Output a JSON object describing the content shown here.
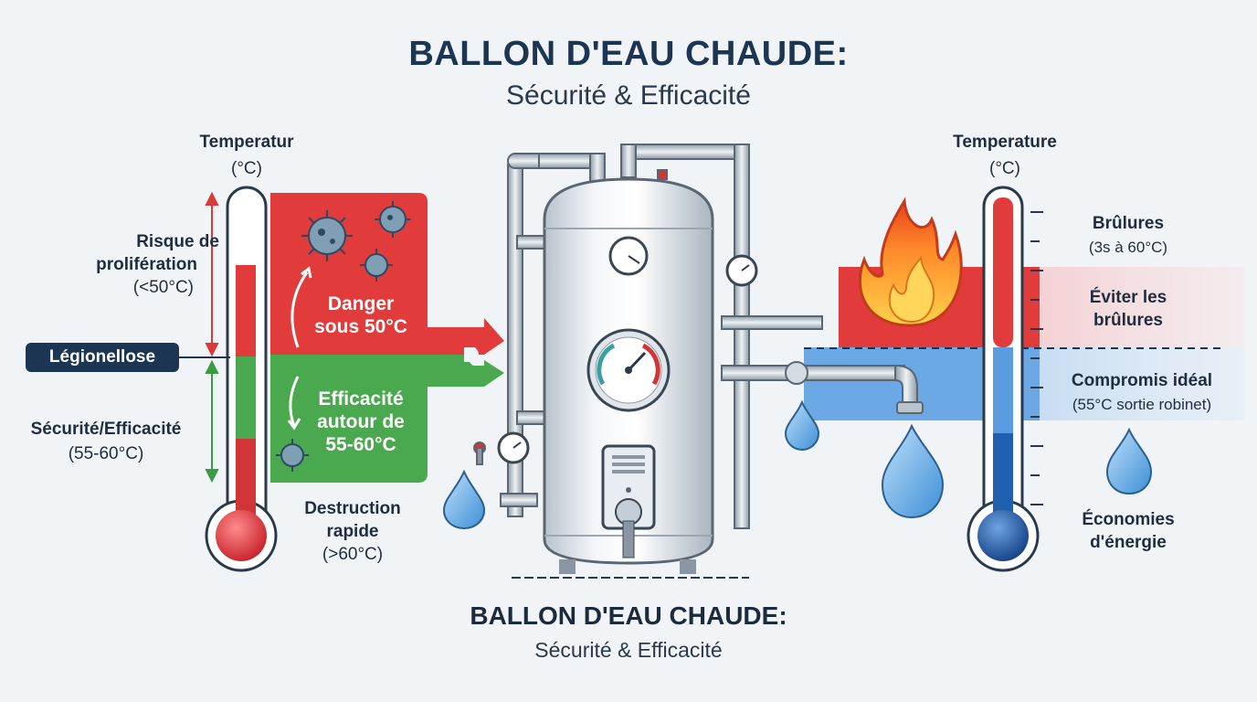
{
  "header": {
    "title": "BALLON D'EAU CHAUDE:",
    "subtitle": "Sécurité & Efficacité"
  },
  "footer": {
    "title": "BALLON D'EAU CHAUDE:",
    "subtitle": "Sécurité & Efficacité"
  },
  "left_panel": {
    "thermometer_label": "Temperatur",
    "thermometer_unit": "(°C)",
    "risk_title_1": "Risque de",
    "risk_title_2": "prolifération",
    "risk_range": "(<50°C)",
    "legionella_badge": "Légionellose",
    "safety_title": "Sécurité/Efficacité",
    "safety_range": "(55-60°C)",
    "destruction_title_1": "Destruction",
    "destruction_title_2": "rapide",
    "destruction_range": "(>60°C)",
    "danger_line_1": "Danger",
    "danger_line_2": "sous 50°C",
    "efficiency_line_1": "Efficacité",
    "efficiency_line_2": "autour de",
    "efficiency_line_3": "55-60°C"
  },
  "right_panel": {
    "thermometer_label": "Temperature",
    "thermometer_unit": "(°C)",
    "burns_title": "Brûlures",
    "burns_detail": "(3s à 60°C)",
    "avoid_line_1": "Éviter les",
    "avoid_line_2": "brûlures",
    "compromise_title": "Compromis idéal",
    "compromise_detail": "(55°C sortie robinet)",
    "savings_line_1": "Économies",
    "savings_line_2": "d'énergie"
  },
  "colors": {
    "danger_red": "#e23b3b",
    "safe_green": "#4aa84f",
    "cool_blue": "#1f5fae",
    "navy": "#1c3553"
  },
  "icons": [
    "bacteria-icon",
    "flame-icon",
    "water-drop-icon",
    "pressure-gauge-icon",
    "thermometer-icon"
  ]
}
